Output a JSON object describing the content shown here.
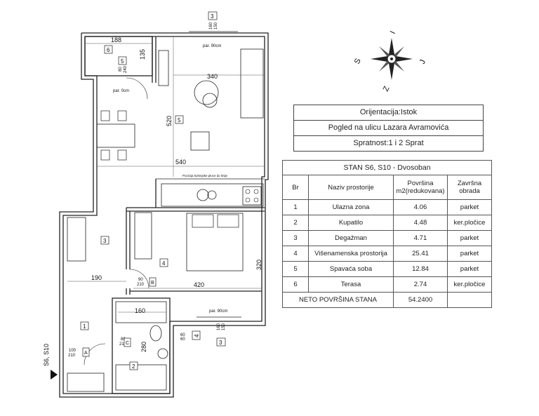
{
  "compass": {
    "north": "I",
    "south": "Z",
    "east": "J",
    "west": "S"
  },
  "info": {
    "orientation": "Orijentacija:Istok",
    "view": "Pogled na ulicu Lazara Avramovića",
    "floors": "Spratnost:1 i 2 Sprat"
  },
  "table": {
    "title": "STAN S6, S10 - Dvosoban",
    "headers": [
      "Br",
      "Naziv prostorije",
      "Površina m2(redukovana)",
      "Završna obrada"
    ],
    "rows": [
      {
        "br": "1",
        "name": "Ulazna zona",
        "area": "4.06",
        "finish": "parket"
      },
      {
        "br": "2",
        "name": "Kupatilo",
        "area": "4.48",
        "finish": "ker.pločice"
      },
      {
        "br": "3",
        "name": "Degažman",
        "area": "4.71",
        "finish": "parket"
      },
      {
        "br": "4",
        "name": "Višenamenska prostorija",
        "area": "25.41",
        "finish": "parket"
      },
      {
        "br": "5",
        "name": "Spavaća soba",
        "area": "12.84",
        "finish": "parket"
      },
      {
        "br": "6",
        "name": "Terasa",
        "area": "2.74",
        "finish": "ker.pločice"
      }
    ],
    "total_label": "NETO POVRŠINA STANA",
    "total_value": "54.2400"
  },
  "plan": {
    "dims": {
      "d188": "188",
      "d135": "135",
      "d340": "340",
      "d520": "520",
      "d540": "540",
      "d190": "190",
      "d420": "420",
      "d320": "320",
      "d160": "160",
      "d280": "280"
    },
    "parapets": {
      "top": "par. 90cm",
      "balcony": "par. 0cm",
      "right": "par. 90cm"
    },
    "kitchen_note": "Pozicija kuhinjske ploce do linije",
    "rooms": {
      "r1": "1",
      "r2": "2",
      "r3": "3",
      "r4": "4",
      "r5a": "5",
      "r5b": "5",
      "r6": "6"
    },
    "win_top": [
      "160",
      "150"
    ],
    "win_right": [
      "160",
      "150"
    ],
    "win_small": [
      "60",
      "60"
    ],
    "door_balcony": [
      "80",
      "240"
    ],
    "door_bedroom": [
      "90",
      "210"
    ],
    "door_bath": [
      "80",
      "210"
    ],
    "door_entry": [
      "100",
      "210"
    ],
    "door_tags": {
      "a": "A",
      "b": "B",
      "c": "C"
    },
    "section_marks": {
      "top": "3",
      "bottom": "3",
      "side": "4"
    },
    "unit_label": "S6, S10"
  }
}
